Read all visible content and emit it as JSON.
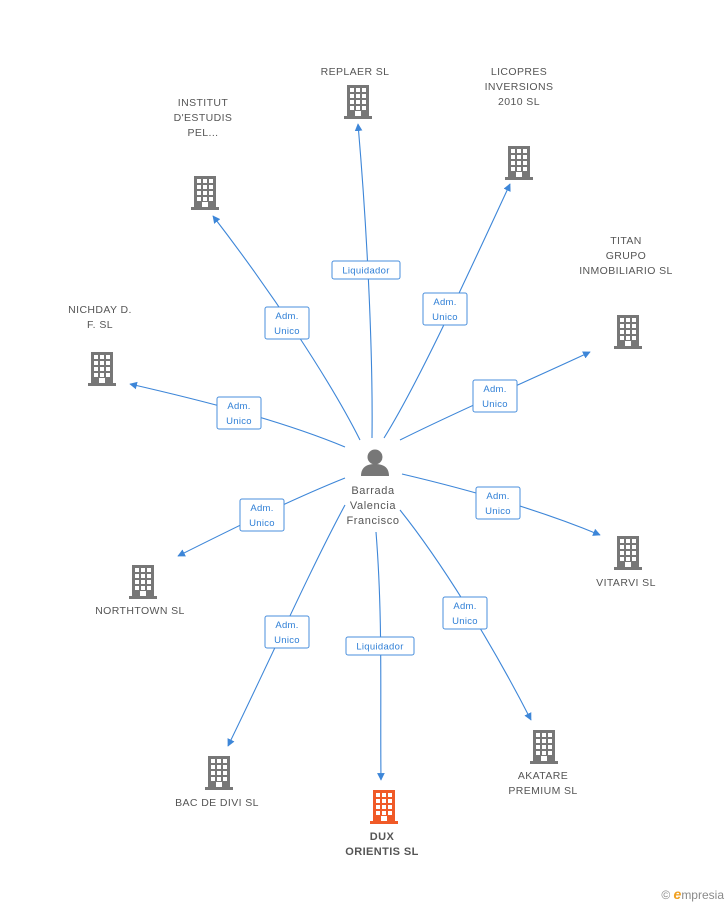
{
  "colors": {
    "edge": "#3d86d8",
    "badge_text": "#2f7fd6",
    "building": "#777777",
    "highlight": "#f05a28",
    "person": "#777777"
  },
  "center": {
    "name_lines": [
      "Barrada",
      "Valencia",
      "Francisco"
    ],
    "icon": "person-icon"
  },
  "nodes": [
    {
      "id": "replaer",
      "lines": [
        "REPLAER SL"
      ],
      "role_lines": [
        "Liquidador"
      ],
      "icon": "building-icon"
    },
    {
      "id": "licopres",
      "lines": [
        "LICOPRES",
        "INVERSIONS",
        "2010 SL"
      ],
      "role_lines": [
        "Adm.",
        "Unico"
      ],
      "icon": "building-icon"
    },
    {
      "id": "institut",
      "lines": [
        "INSTITUT",
        "D'ESTUDIS",
        "PEL..."
      ],
      "role_lines": [
        "Adm.",
        "Unico"
      ],
      "icon": "building-icon"
    },
    {
      "id": "titan",
      "lines": [
        "TITAN",
        "GRUPO",
        "INMOBILIARIO SL"
      ],
      "role_lines": [
        "Adm.",
        "Unico"
      ],
      "icon": "building-icon"
    },
    {
      "id": "nichday",
      "lines": [
        "NICHDAY D.",
        "F.  SL"
      ],
      "role_lines": [
        "Adm.",
        "Unico"
      ],
      "icon": "building-icon"
    },
    {
      "id": "vitarvi",
      "lines": [
        "VITARVI SL"
      ],
      "role_lines": [
        "Adm.",
        "Unico"
      ],
      "icon": "building-icon"
    },
    {
      "id": "northtown",
      "lines": [
        "NORTHTOWN SL"
      ],
      "role_lines": [
        "Adm.",
        "Unico"
      ],
      "icon": "building-icon"
    },
    {
      "id": "bacdedivi",
      "lines": [
        "BAC DE DIVI SL"
      ],
      "role_lines": [
        "Adm.",
        "Unico"
      ],
      "icon": "building-icon"
    },
    {
      "id": "dux",
      "lines": [
        "DUX",
        "ORIENTIS SL"
      ],
      "role_lines": [
        "Liquidador"
      ],
      "icon": "building-icon",
      "highlight": true
    },
    {
      "id": "akatare",
      "lines": [
        "AKATARE",
        "PREMIUM SL"
      ],
      "role_lines": [
        "Adm.",
        "Unico"
      ],
      "icon": "building-icon"
    }
  ],
  "watermark": {
    "copyright": "©",
    "brand_initial": "e",
    "brand_rest": "mpresia"
  }
}
